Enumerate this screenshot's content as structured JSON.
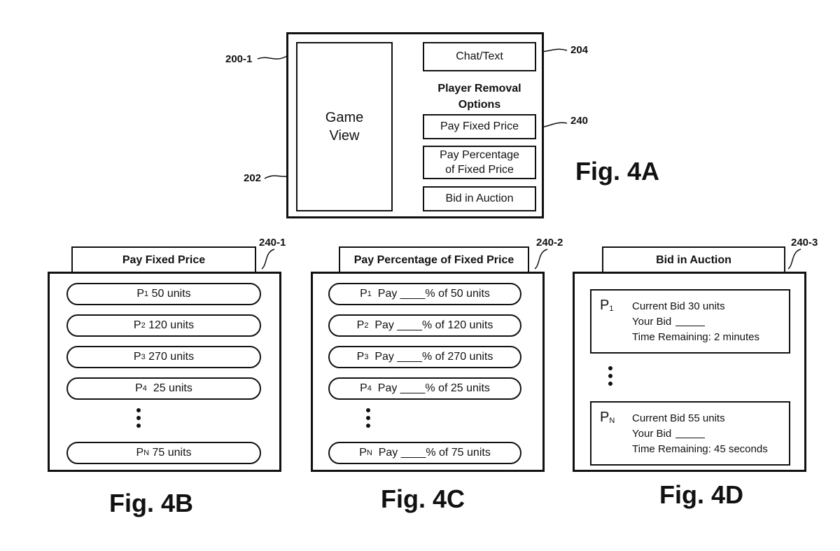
{
  "fig4a": {
    "label": "Fig. 4A",
    "refs": {
      "screen": "200-1",
      "game_view": "202",
      "chat": "204",
      "options": "240"
    },
    "game_view": "Game\nView",
    "chat_text": "Chat/Text",
    "options_title": "Player Removal\nOptions",
    "options": [
      "Pay Fixed Price",
      "Pay Percentage\nof Fixed Price",
      "Bid in Auction"
    ]
  },
  "fig4b": {
    "label": "Fig. 4B",
    "ref": "240-1",
    "header": "Pay Fixed Price",
    "items": [
      {
        "p": "P",
        "sub": "1",
        "text": " 50 units"
      },
      {
        "p": "P",
        "sub": "2",
        "text": " 120 units"
      },
      {
        "p": "P",
        "sub": "3",
        "text": " 270 units"
      },
      {
        "p": "P",
        "sub": "4",
        "text": "  25 units"
      },
      {
        "p": "P",
        "sub": "N",
        "text": " 75 units"
      }
    ]
  },
  "fig4c": {
    "label": "Fig. 4C",
    "ref": "240-2",
    "header": "Pay Percentage of Fixed Price",
    "items": [
      {
        "p": "P",
        "sub": "1",
        "text": "  Pay ____% of 50 units"
      },
      {
        "p": "P",
        "sub": "2",
        "text": "  Pay ____% of 120 units"
      },
      {
        "p": "P",
        "sub": "3",
        "text": "  Pay ____% of 270 units"
      },
      {
        "p": "P",
        "sub": "4",
        "text": "  Pay ____% of 25 units"
      },
      {
        "p": "P",
        "sub": "N",
        "text": "  Pay ____% of 75 units"
      }
    ]
  },
  "fig4d": {
    "label": "Fig. 4D",
    "ref": "240-3",
    "header": "Bid in Auction",
    "panels": [
      {
        "p": "P",
        "sub": "1",
        "current": "Current Bid 30 units",
        "your_bid": "Your Bid",
        "time": "Time Remaining: 2 minutes"
      },
      {
        "p": "P",
        "sub": "N",
        "current": "Current Bid 55 units",
        "your_bid": "Your Bid",
        "time": "Time Remaining: 45 seconds"
      }
    ]
  }
}
